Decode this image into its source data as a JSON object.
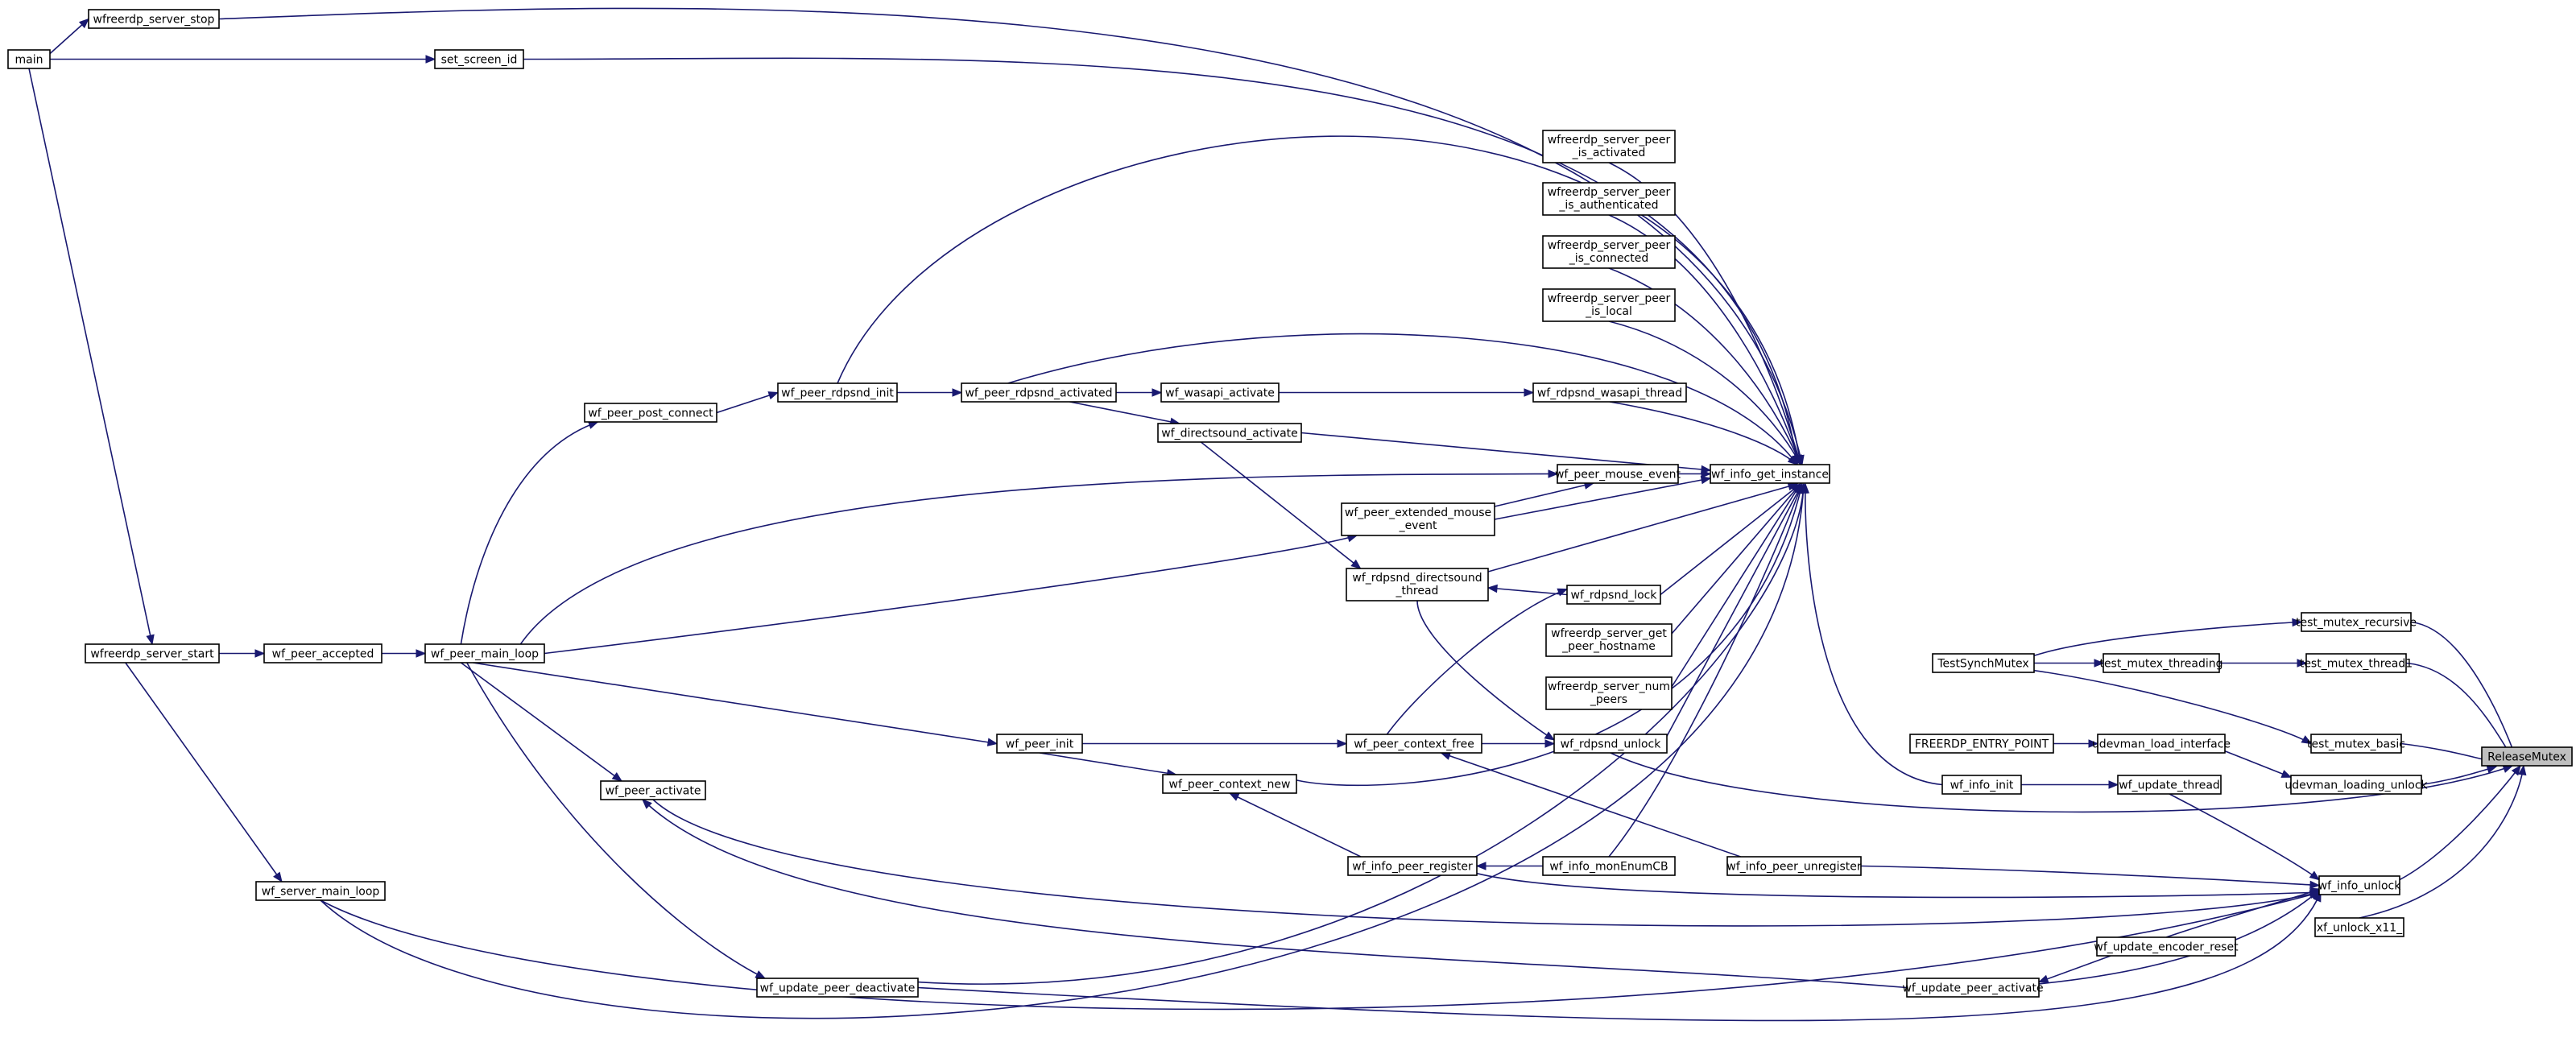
{
  "graph": {
    "focus": "ReleaseMutex",
    "colors": {
      "edge": "#191970",
      "node_border": "#000000",
      "node_fill": "#ffffff",
      "focus_fill": "#bfbfbf"
    },
    "nodes": [
      {
        "id": "ReleaseMutex",
        "lines": [
          "ReleaseMutex"
        ]
      },
      {
        "id": "test_mutex_recursive",
        "lines": [
          "test_mutex_recursive"
        ]
      },
      {
        "id": "test_mutex_thread1",
        "lines": [
          "test_mutex_thread1"
        ]
      },
      {
        "id": "test_mutex_basic",
        "lines": [
          "test_mutex_basic"
        ]
      },
      {
        "id": "udevman_loading_unlock",
        "lines": [
          "udevman_loading_unlock"
        ]
      },
      {
        "id": "wf_info_unlock",
        "lines": [
          "wf_info_unlock"
        ]
      },
      {
        "id": "xf_unlock_x11_",
        "lines": [
          "xf_unlock_x11_"
        ]
      },
      {
        "id": "TestSynchMutex",
        "lines": [
          "TestSynchMutex"
        ]
      },
      {
        "id": "test_mutex_threading",
        "lines": [
          "test_mutex_threading"
        ]
      },
      {
        "id": "FREERDP_ENTRY_POINT",
        "lines": [
          "FREERDP_ENTRY_POINT"
        ]
      },
      {
        "id": "udevman_load_interface",
        "lines": [
          "udevman_load_interface"
        ]
      },
      {
        "id": "wf_info_init",
        "lines": [
          "wf_info_init"
        ]
      },
      {
        "id": "wf_update_thread",
        "lines": [
          "wf_update_thread"
        ]
      },
      {
        "id": "wf_info_get_instance",
        "lines": [
          "wf_info_get_instance"
        ]
      },
      {
        "id": "wf_info_peer_unregister",
        "lines": [
          "wf_info_peer_unregister"
        ]
      },
      {
        "id": "wf_update_encoder_reset",
        "lines": [
          "wf_update_encoder_reset"
        ]
      },
      {
        "id": "wf_update_peer_activate",
        "lines": [
          "wf_update_peer_activate"
        ]
      },
      {
        "id": "wfreerdp_server_stop",
        "lines": [
          "wfreerdp_server_stop"
        ]
      },
      {
        "id": "main",
        "lines": [
          "main"
        ]
      },
      {
        "id": "set_screen_id",
        "lines": [
          "set_screen_id"
        ]
      },
      {
        "id": "wfreerdp_server_peer_is_activated",
        "lines": [
          "wfreerdp_server_peer",
          "_is_activated"
        ]
      },
      {
        "id": "wfreerdp_server_peer_is_authenticated",
        "lines": [
          "wfreerdp_server_peer",
          "_is_authenticated"
        ]
      },
      {
        "id": "wfreerdp_server_peer_is_connected",
        "lines": [
          "wfreerdp_server_peer",
          "_is_connected"
        ]
      },
      {
        "id": "wfreerdp_server_peer_is_local",
        "lines": [
          "wfreerdp_server_peer",
          "_is_local"
        ]
      },
      {
        "id": "wf_rdpsnd_wasapi_thread",
        "lines": [
          "wf_rdpsnd_wasapi_thread"
        ]
      },
      {
        "id": "wf_wasapi_activate",
        "lines": [
          "wf_wasapi_activate"
        ]
      },
      {
        "id": "wf_peer_rdpsnd_activated",
        "lines": [
          "wf_peer_rdpsnd_activated"
        ]
      },
      {
        "id": "wf_peer_rdpsnd_init",
        "lines": [
          "wf_peer_rdpsnd_init"
        ]
      },
      {
        "id": "wf_peer_post_connect",
        "lines": [
          "wf_peer_post_connect"
        ]
      },
      {
        "id": "wf_directsound_activate",
        "lines": [
          "wf_directsound_activate"
        ]
      },
      {
        "id": "wf_rdpsnd_directsound_thread",
        "lines": [
          "wf_rdpsnd_directsound",
          "_thread"
        ]
      },
      {
        "id": "wf_peer_mouse_event",
        "lines": [
          "wf_peer_mouse_event"
        ]
      },
      {
        "id": "wf_peer_extended_mouse_event",
        "lines": [
          "wf_peer_extended_mouse",
          "_event"
        ]
      },
      {
        "id": "wf_peer_main_loop",
        "lines": [
          "wf_peer_main_loop"
        ]
      },
      {
        "id": "wf_rdpsnd_lock",
        "lines": [
          "wf_rdpsnd_lock"
        ]
      },
      {
        "id": "wfreerdp_server_get_peer_hostname",
        "lines": [
          "wfreerdp_server_get",
          "_peer_hostname"
        ]
      },
      {
        "id": "wfreerdp_server_num_peers",
        "lines": [
          "wfreerdp_server_num",
          "_peers"
        ]
      },
      {
        "id": "wf_rdpsnd_unlock",
        "lines": [
          "wf_rdpsnd_unlock"
        ]
      },
      {
        "id": "wf_peer_context_free",
        "lines": [
          "wf_peer_context_free"
        ]
      },
      {
        "id": "wf_peer_init",
        "lines": [
          "wf_peer_init"
        ]
      },
      {
        "id": "wf_peer_context_new",
        "lines": [
          "wf_peer_context_new"
        ]
      },
      {
        "id": "wf_info_monEnumCB",
        "lines": [
          "wf_info_monEnumCB"
        ]
      },
      {
        "id": "wf_info_peer_register",
        "lines": [
          "wf_info_peer_register"
        ]
      },
      {
        "id": "wfreerdp_server_start",
        "lines": [
          "wfreerdp_server_start"
        ]
      },
      {
        "id": "wf_peer_accepted",
        "lines": [
          "wf_peer_accepted"
        ]
      },
      {
        "id": "wf_peer_activate",
        "lines": [
          "wf_peer_activate"
        ]
      },
      {
        "id": "wf_server_main_loop",
        "lines": [
          "wf_server_main_loop"
        ]
      },
      {
        "id": "wf_update_peer_deactivate",
        "lines": [
          "wf_update_peer_deactivate"
        ]
      }
    ]
  }
}
